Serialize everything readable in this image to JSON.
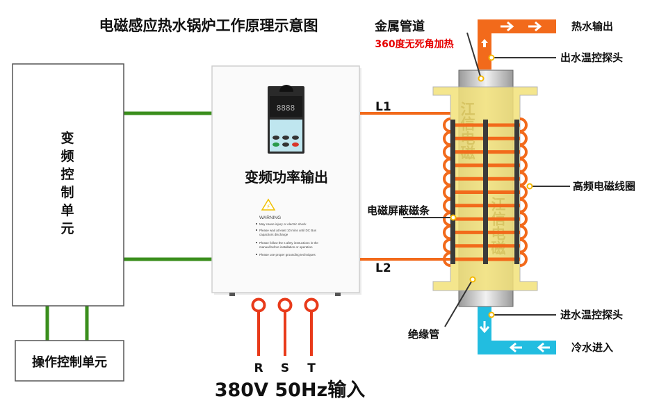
{
  "title": "电磁感应热水锅炉工作原理示意图",
  "left_unit": {
    "label_chars": [
      "变",
      "频",
      "控",
      "制",
      "单",
      "元"
    ]
  },
  "operation_unit": {
    "label": "操作控制单元"
  },
  "inverter": {
    "label": "变频功率输出",
    "display_digits": "8888",
    "warning_title": "WARNING",
    "warning_items": [
      "May cause injury or electric shock",
      "Please wait at least 10 mins until DC Bus",
      "capacitors discharge",
      "Please follow the s afety instructions in the",
      "manual before installation or operation",
      "Please use proper grounding techniques"
    ]
  },
  "terminals": [
    "R",
    "S",
    "T"
  ],
  "input_label": "380V 50Hz输入",
  "lines": {
    "l1": "L1",
    "l2": "L2"
  },
  "labels": {
    "metal_pipe": "金属管道",
    "heating_note": "360度无死角加热",
    "hot_water_out": "热水输出",
    "outlet_probe": "出水温控探头",
    "coil": "高频电磁线圈",
    "shield_bar": "电磁屏蔽磁条",
    "insulation_tube": "绝缘管",
    "inlet_probe": "进水温控探头",
    "cold_water_in": "冷水进入"
  },
  "watermark": "江信电磁",
  "colors": {
    "green": "#3a8e1c",
    "orange": "#f26a1b",
    "red": "#e83a1a",
    "cyan": "#22bde0",
    "yellow": "#f3e27a",
    "accent_red": "#e60000"
  }
}
